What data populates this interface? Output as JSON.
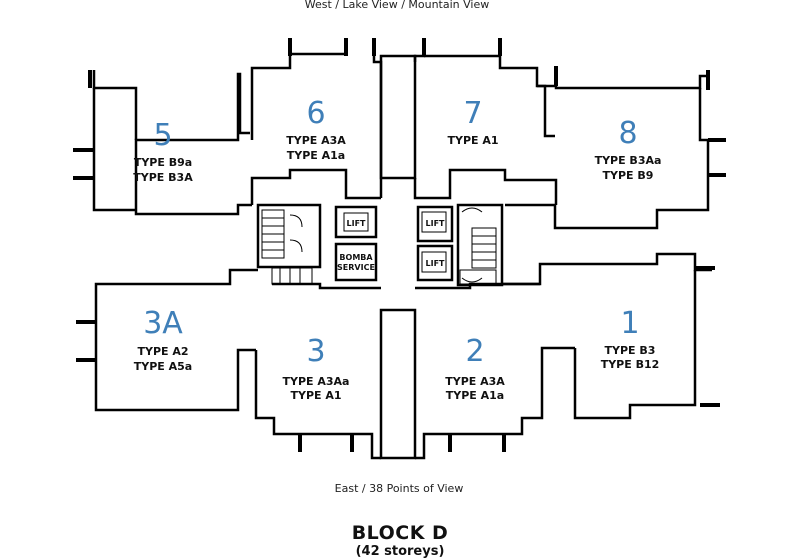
{
  "views": {
    "top": "West / Lake View / Mountain View",
    "bottom": "East / 38 Points of View"
  },
  "block": {
    "title": "BLOCK D",
    "subtitle": "(42 storeys)"
  },
  "core": {
    "lift_a": "LIFT",
    "lift_b": "LIFT",
    "lift_c": "LIFT",
    "bomba_line1": "BOMBA",
    "bomba_line2": "SERVICE"
  },
  "units": [
    {
      "number": "5",
      "types": [
        "TYPE B9a",
        "TYPE B3A"
      ]
    },
    {
      "number": "6",
      "types": [
        "TYPE A3A",
        "TYPE A1a"
      ]
    },
    {
      "number": "7",
      "types": [
        "TYPE A1"
      ]
    },
    {
      "number": "8",
      "types": [
        "TYPE B3Aa",
        "TYPE B9"
      ]
    },
    {
      "number": "3A",
      "types": [
        "TYPE A2",
        "TYPE A5a"
      ]
    },
    {
      "number": "3",
      "types": [
        "TYPE A3Aa",
        "TYPE A1"
      ]
    },
    {
      "number": "2",
      "types": [
        "TYPE A3A",
        "TYPE A1a"
      ]
    },
    {
      "number": "1",
      "types": [
        "TYPE B3",
        "TYPE B12"
      ]
    }
  ],
  "colors": {
    "unit_number": "#3f7fb8",
    "walls": "#000000"
  }
}
